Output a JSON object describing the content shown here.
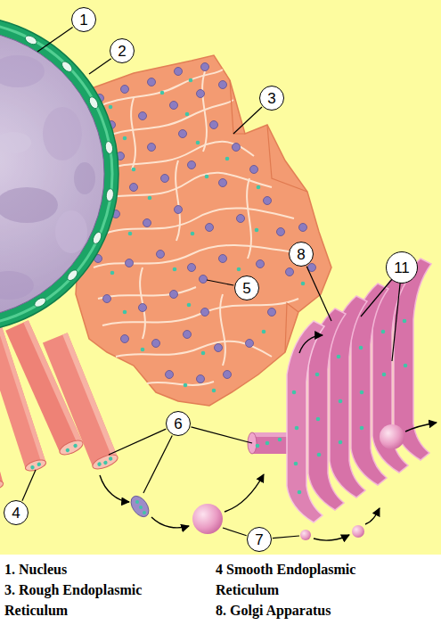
{
  "diagram": {
    "labels": [
      "1",
      "2",
      "3",
      "8",
      "11",
      "5",
      "6",
      "4",
      "7",
      "1. Nucleus",
      "4 Smooth Endoplasmic Reticulum",
      "3. Rough Endoplasmic Reticulum",
      "8. Golgi Apparatus"
    ]
  }
}
